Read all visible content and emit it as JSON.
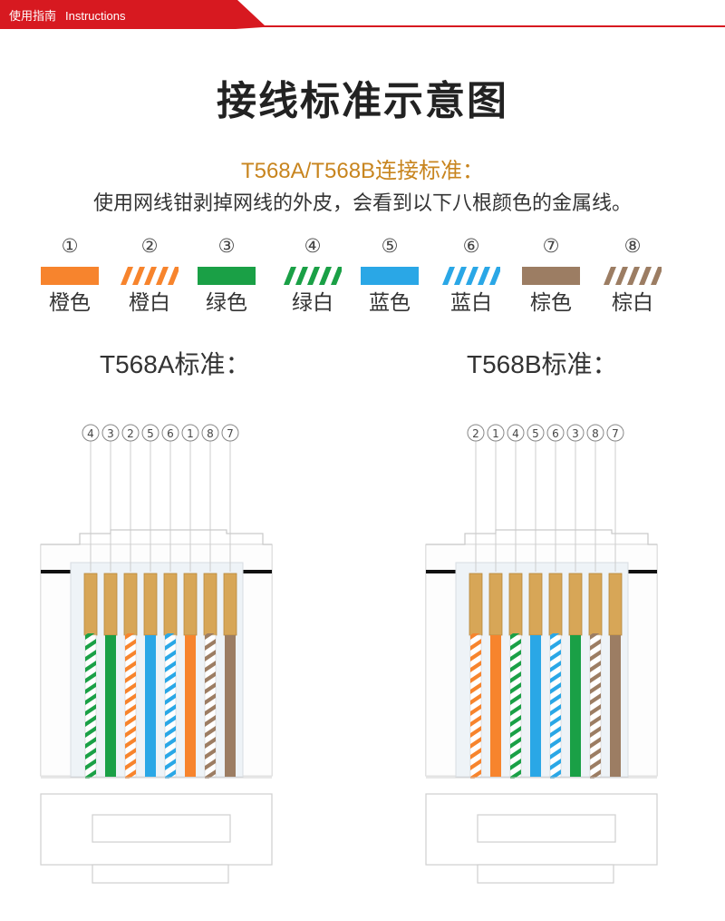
{
  "header": {
    "label_cn": "使用指南",
    "label_en": "Instructions",
    "accent": "#d71920"
  },
  "page": {
    "title": "接线标准示意图",
    "subtitle": "T568A/T568B连接标准：",
    "description": "使用网线钳剥掉网线的外皮，会看到以下八根颜色的金属线。"
  },
  "legend": [
    {
      "num": "①",
      "name": "橙色",
      "color": "#f7842d",
      "striped": false
    },
    {
      "num": "②",
      "name": "橙白",
      "color": "#f7842d",
      "striped": true
    },
    {
      "num": "③",
      "name": "绿色",
      "color": "#1aa046",
      "striped": false
    },
    {
      "num": "④",
      "name": "绿白",
      "color": "#1aa046",
      "striped": true
    },
    {
      "num": "⑤",
      "name": "蓝色",
      "color": "#2aa7e6",
      "striped": false
    },
    {
      "num": "⑥",
      "name": "蓝白",
      "color": "#2aa7e6",
      "striped": true
    },
    {
      "num": "⑦",
      "name": "棕色",
      "color": "#9c7d63",
      "striped": false
    },
    {
      "num": "⑧",
      "name": "棕白",
      "color": "#9c7d63",
      "striped": true
    }
  ],
  "standards": [
    {
      "label": "T568A标准：",
      "order": [
        4,
        3,
        2,
        5,
        6,
        1,
        8,
        7
      ]
    },
    {
      "label": "T568B标准：",
      "order": [
        2,
        1,
        4,
        5,
        6,
        3,
        8,
        7
      ]
    }
  ]
}
